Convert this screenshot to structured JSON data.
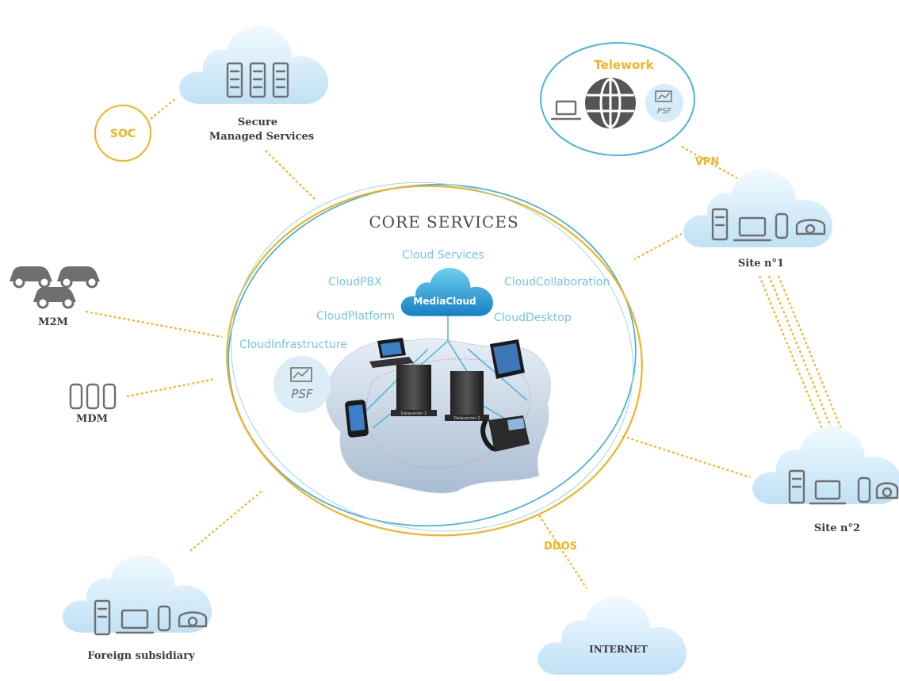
{
  "core": {
    "title": "CORE SERVICES",
    "media_cloud": "MediaCloud",
    "services": {
      "cloud_services": "Cloud Services",
      "cloud_pbx": "CloudPBX",
      "cloud_collaboration": "CloudCollaboration",
      "cloud_platform": "CloudPlatform",
      "cloud_desktop": "CloudDesktop",
      "cloud_infrastructure": "CloudInfrastructure"
    },
    "psf": "PSF",
    "datacenter_1": "Datacenter 1",
    "datacenter_2": "Datacenter 2"
  },
  "nodes": {
    "secure_line1": "Secure",
    "secure_line2": "Managed Services",
    "soc": "SOC",
    "telework": "Telework",
    "telework_psf": "PSF",
    "vpn": "VPN",
    "site1": "Site n°1",
    "site2": "Site n°2",
    "m2m": "M2M",
    "mdm": "MDM",
    "foreign": "Foreign subsidiary",
    "ddos": "DDOS",
    "internet": "INTERNET"
  },
  "colors": {
    "accent_gold": "#f0b323",
    "ring_blue": "#4bb3d8",
    "cloud_fill": "#dff0fb",
    "icon_gray": "#6f6f6f"
  }
}
